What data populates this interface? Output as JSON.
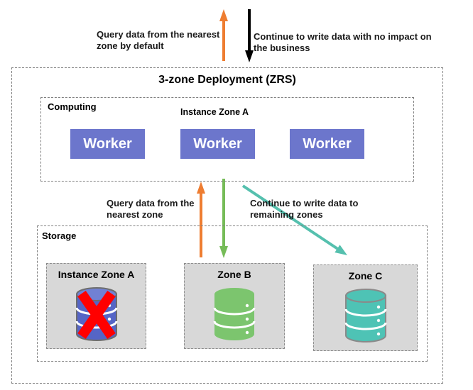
{
  "colors": {
    "orange": "#EE7D31",
    "black": "#000000",
    "green": "#76BC58",
    "teal": "#55C0AE",
    "worker_bg": "#6C76CC",
    "cross_red": "#FF0000"
  },
  "annotations": {
    "top_left": "Query data from the nearest\nzone by default",
    "top_right": "Continue to write data with no impact on\nthe business",
    "mid_left": "Query data from the\nnearest zone",
    "mid_right": "Continue to write data to\nremaining zones"
  },
  "outer": {
    "title": "3-zone Deployment (ZRS)"
  },
  "computing": {
    "label": "Computing",
    "instance_label": "Instance Zone A",
    "workers": [
      "Worker",
      "Worker",
      "Worker"
    ]
  },
  "storage": {
    "label": "Storage",
    "zones": [
      {
        "label": "Instance Zone A",
        "icon_color": "#5565C6",
        "icon_top": "#7181D4",
        "outline": "#6E6E6E",
        "crossed": true
      },
      {
        "label": "Zone B",
        "icon_color": "#7CC56E",
        "icon_top": "#7CC56E",
        "outline": "none",
        "crossed": false
      },
      {
        "label": "Zone C",
        "icon_color": "#4EC3B5",
        "icon_top": "#4EC3B5",
        "outline": "#8A8A8A",
        "crossed": false
      }
    ]
  }
}
